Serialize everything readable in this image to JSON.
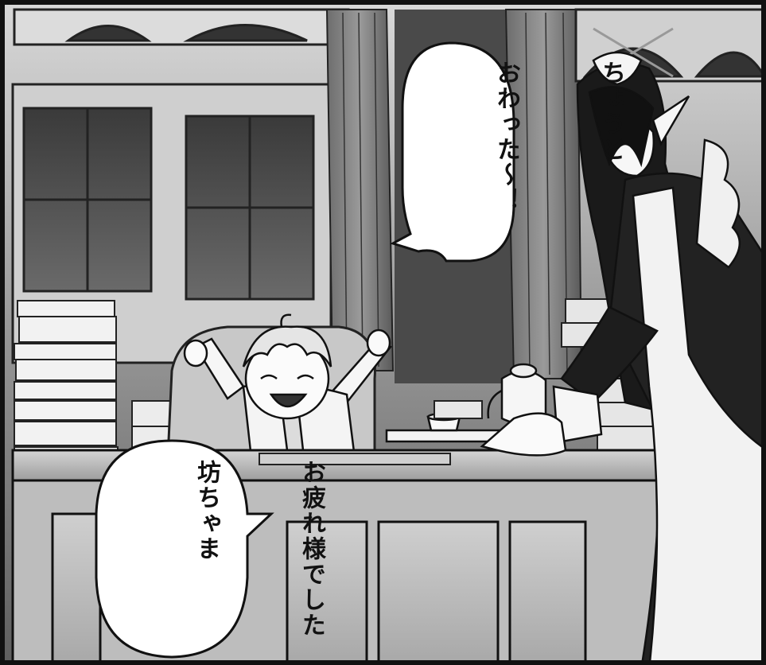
{
  "speech_top": {
    "lines": [
      "ちょうど",
      "おわった〜！"
    ]
  },
  "speech_bottom": {
    "lines": [
      "お疲れ様でした",
      "坊ちゃま"
    ]
  }
}
